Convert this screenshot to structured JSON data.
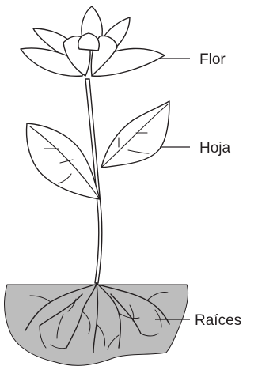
{
  "labels": {
    "flower": "Flor",
    "leaf": "Hoja",
    "roots": "Raíces"
  },
  "colors": {
    "soil": "#bdbdbd",
    "line": "#231f20",
    "background": "#ffffff"
  }
}
